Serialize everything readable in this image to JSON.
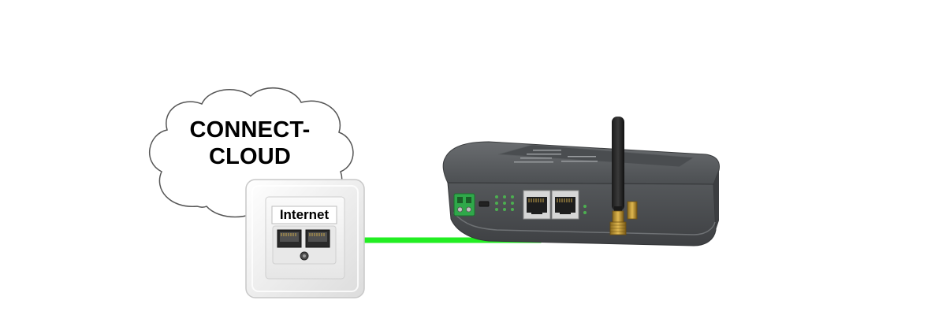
{
  "cloud": {
    "line1": "CONNECT-",
    "line2": "CLOUD"
  },
  "wall_socket": {
    "label": "Internet"
  },
  "device": {
    "icon": "router-with-antenna"
  },
  "cable": {
    "color": "#22ee22"
  },
  "colors": {
    "background": "#ffffff",
    "device_body": "#5a5d60",
    "socket_plate": "#f2f2f2"
  }
}
